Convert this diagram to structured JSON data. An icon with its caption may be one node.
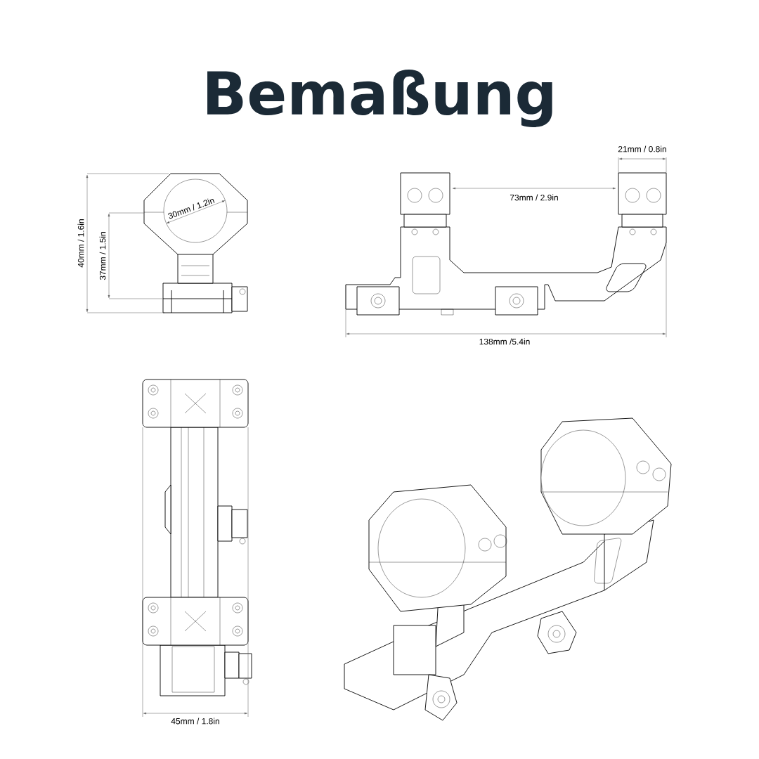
{
  "diagram": {
    "title": "Bemaßung",
    "labels": [
      "21mm / 0.8in",
      "73mm / 2.9in",
      "30mm / 1.2in",
      "40mm / 1.6in",
      "37mm / 1.5in",
      "138mm /5.4in",
      "45mm / 1.8in"
    ]
  }
}
